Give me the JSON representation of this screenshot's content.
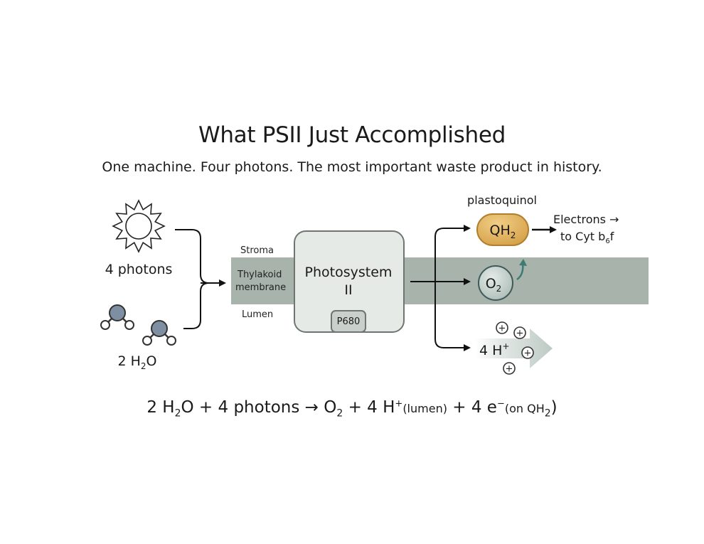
{
  "title": "What PSII Just Accomplished",
  "subtitle": "One machine. Four photons. The most important waste product in history.",
  "inputs": {
    "photons_label": "4 photons",
    "water_label_prefix": "2 H",
    "water_label_sub": "2",
    "water_label_suffix": "O"
  },
  "membrane": {
    "stroma_label": "Stroma",
    "membrane_label_line1": "Thylakoid",
    "membrane_label_line2": "membrane",
    "lumen_label": "Lumen"
  },
  "photosystem": {
    "label_line1": "Photosystem",
    "label_line2": "II",
    "reaction_center": "P680"
  },
  "outputs": {
    "plastoquinol_label": "plastoquinol",
    "qh2_main": "QH",
    "qh2_sub": "2",
    "electrons_line1": "Electrons →",
    "electrons_line2_main": "to Cyt b",
    "electrons_line2_sub": "6",
    "electrons_line2_suffix": "f",
    "o2_main": "O",
    "o2_sub": "2",
    "protons_label_main": "4 H",
    "protons_label_sup": "+",
    "proton_symbol": "+"
  },
  "equation": {
    "p1": "2 H",
    "p1_sub": "2",
    "p2": "O + 4 photons → O",
    "p2_sub": "2",
    "p3": " + 4 H",
    "p3_sup": "+",
    "p3_small": "(lumen)",
    "p4": " + 4 e",
    "p4_sup": "−",
    "p4_small": "(on QH",
    "p4_small_sub": "2",
    "p4_end": ")"
  },
  "colors": {
    "membrane": "#a7b3ab",
    "box_fill": "#e6eae7",
    "box_stroke": "#6f7672",
    "qh2_fill": "#e5b45e",
    "qh2_stroke": "#b07f2e",
    "o2_fill": "#c5d2cf",
    "oxygen_atom": "#7d8fa0",
    "arrow_accent": "#3f7a74"
  }
}
